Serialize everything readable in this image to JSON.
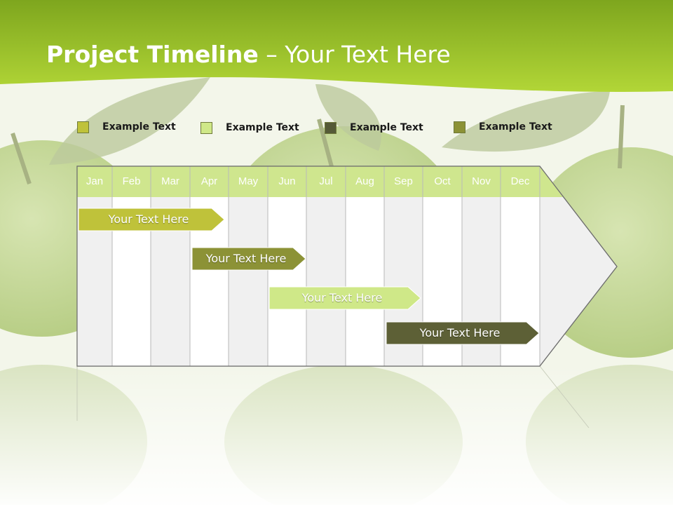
{
  "slide": {
    "title_bold": "Project Timeline",
    "title_rest": " – Your Text Here"
  },
  "legend": [
    {
      "label": "Example Text",
      "color": "#bfc23a"
    },
    {
      "label": "Example Text",
      "color": "#cfe888"
    },
    {
      "label": "Example Text",
      "color": "#555a37"
    },
    {
      "label": "Example Text",
      "color": "#8c9236"
    }
  ],
  "timeline": {
    "months": [
      "Jan",
      "Feb",
      "Mar",
      "Apr",
      "May",
      "Jun",
      "Jul",
      "Aug",
      "Sep",
      "Oct",
      "Nov",
      "Dec"
    ],
    "tasks": [
      {
        "label": "Your  Text Here",
        "fill": "#bfc23a",
        "text_color": "#ffffff"
      },
      {
        "label": "Your  Text Here",
        "fill": "#8c9236",
        "text_color": "#ffffff"
      },
      {
        "label": "Your  Text Here",
        "fill": "#cfe888",
        "text_color": "#ffffff"
      },
      {
        "label": "Your  Text Here",
        "fill": "#5d6036",
        "text_color": "#ffffff"
      }
    ]
  },
  "colors": {
    "header_green": "#a6cc2c",
    "month_header": "#cfe68e",
    "arrow_body": "#f0f0f0"
  }
}
